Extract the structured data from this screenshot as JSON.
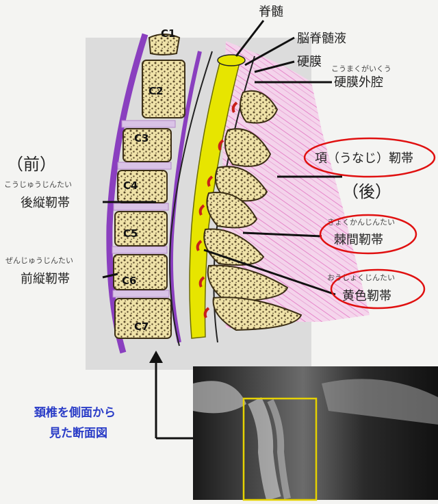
{
  "colors": {
    "panel": "#dcdcdc",
    "spinal_cord": "#e7e500",
    "bone": "#efe2a8",
    "bone_spot": "#5a4a2a",
    "purple_ligament": "#8a3fbf",
    "muscle_pink": "#e9a6d6",
    "leader_line": "#111111",
    "highlight_oval": "#e01010",
    "xray_box": "#e6d200",
    "caption_blue": "#2a3cc7"
  },
  "vertebrae": [
    "C1",
    "C2",
    "C3",
    "C4",
    "C5",
    "C6",
    "C7"
  ],
  "labels": {
    "spinal_cord": "脊髄",
    "csf": "脳脊髄液",
    "dura": "硬膜",
    "epidural_furigana": "こうまくがいくう",
    "epidural": "硬膜外腔",
    "anterior": "（前）",
    "posterior": "（後）",
    "plll_furigana": "こうじゅうじんたい",
    "plll": "後縦靭帯",
    "all_furigana": "ぜんじゅうじんたい",
    "all": "前縦靭帯",
    "nuchal": "項（うなじ）靭帯",
    "interspinous_furigana": "きょくかんじんたい",
    "interspinous": "棘間靭帯",
    "flavum_furigana": "おうしょくじんたい",
    "flavum": "黄色靭帯"
  },
  "caption": {
    "line1": "頚椎を側面から",
    "line2": "見た断面図"
  },
  "xray": {
    "description_icon": "xray-neck-image"
  }
}
